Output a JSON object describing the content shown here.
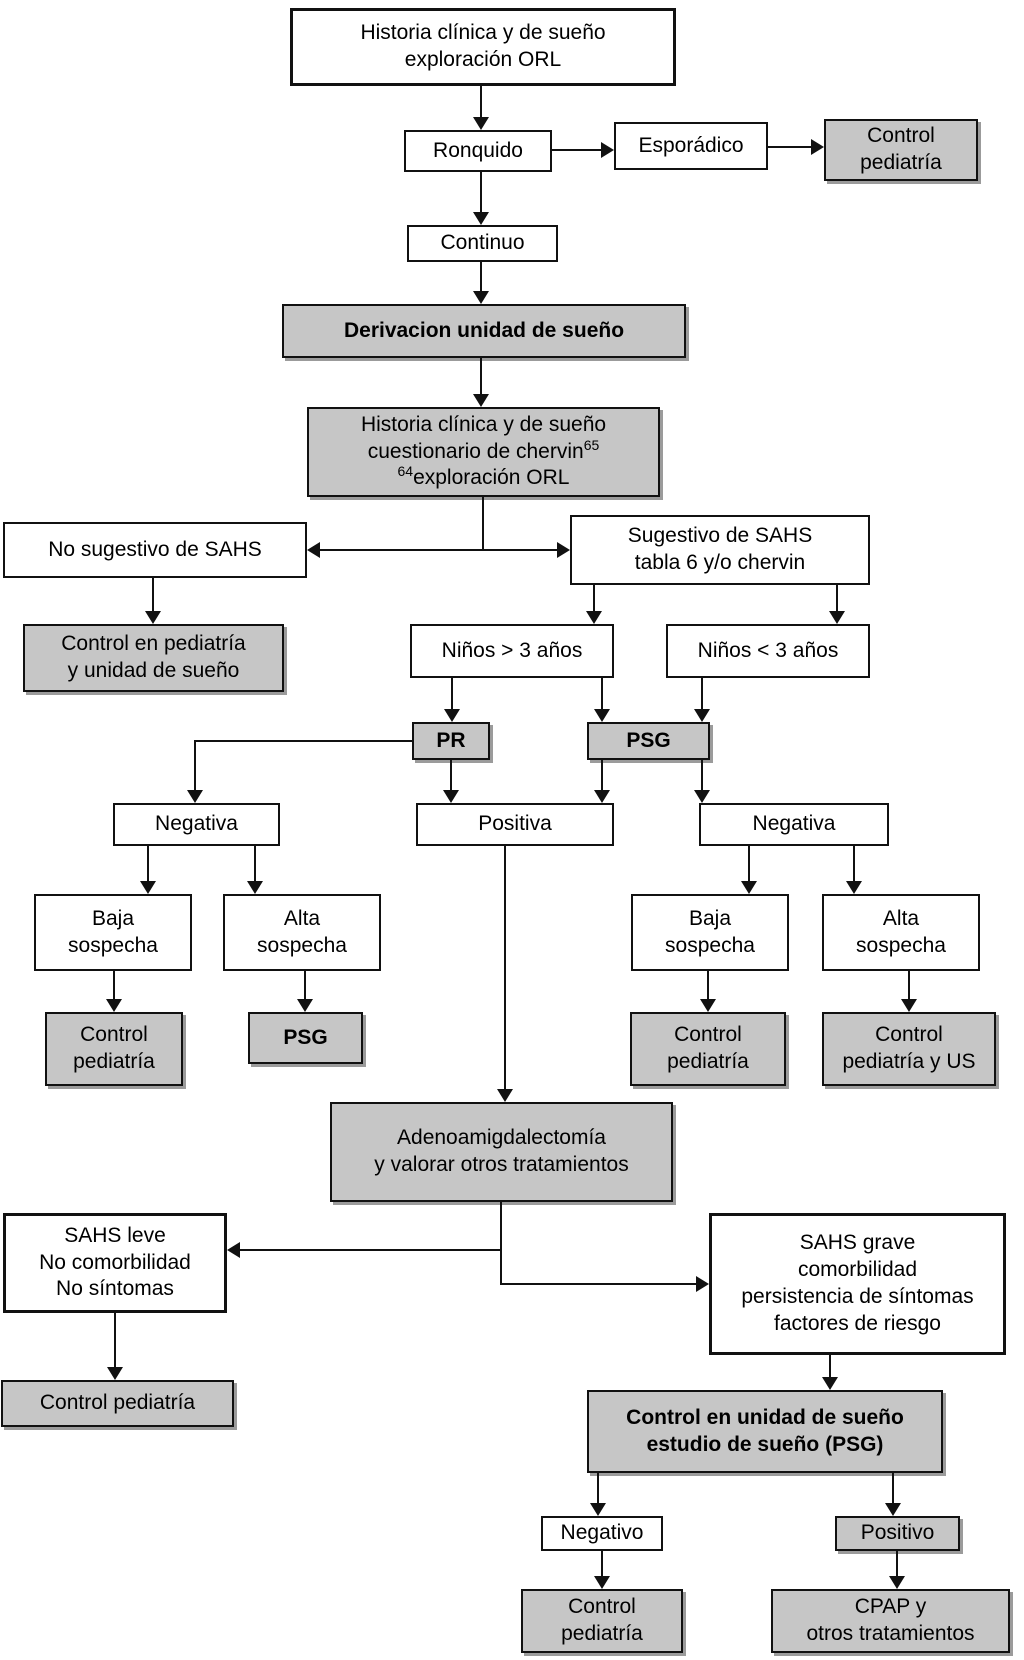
{
  "colors": {
    "box_fill_gray": "#c6c6c6",
    "box_fill_white": "#ffffff",
    "border": "#111111",
    "arrow": "#111111",
    "background": "#ffffff"
  },
  "nodes": {
    "hist1": "Historia clínica y de sueño\nexploración ORL",
    "ronquido": "Ronquido",
    "esporadico": "Esporádico",
    "ctrl_ped_top": "Control\npediatría",
    "continuo": "Continuo",
    "derivacion": "Derivacion unidad de sueño",
    "no_sugestivo": "No sugestivo de SAHS",
    "sugestivo": "Sugestivo de SAHS\ntabla 6 y/o chervin",
    "ctrl_pediatria_unidad": "Control en pediatría\ny unidad de sueño",
    "ninos_mayor": "Niños > 3 años",
    "ninos_menor": "Niños < 3 años",
    "pr": "PR",
    "psg_top": "PSG",
    "negativa_izq": "Negativa",
    "positiva": "Positiva",
    "negativa_der": "Negativa",
    "baja_sospecha_izq": "Baja\nsospecha",
    "alta_sospecha_izq": "Alta\nsospecha",
    "baja_sospecha_der": "Baja\nsospecha",
    "alta_sospecha_der": "Alta\nsospecha",
    "ctrl_ped_a": "Control\npediatría",
    "psg_mid": "PSG",
    "ctrl_ped_b": "Control\npediatría",
    "ctrl_ped_us": "Control\npediatría y US",
    "adeno": "Adenoamigdalectomía\ny valorar otros tratamientos",
    "sahs_leve": "SAHS leve\nNo comorbilidad\nNo síntomas",
    "sahs_grave": "SAHS grave\ncomorbilidad\npersistencia de síntomas\nfactores de riesgo",
    "ctrl_ped_c": "Control pediatría",
    "ctrl_unidad": "Control en unidad de sueño\nestudio de sueño (PSG)",
    "negativo": "Negativo",
    "positivo": "Positivo",
    "ctrl_ped_d": "Control\npediatría",
    "cpap": "CPAP y\notros tratamientos"
  },
  "hist2": {
    "line1": "Historia clínica y de sueño",
    "line2": "cuestionario de chervin",
    "sup2": "65",
    "sup3": "64",
    "line3": "exploración ORL"
  }
}
